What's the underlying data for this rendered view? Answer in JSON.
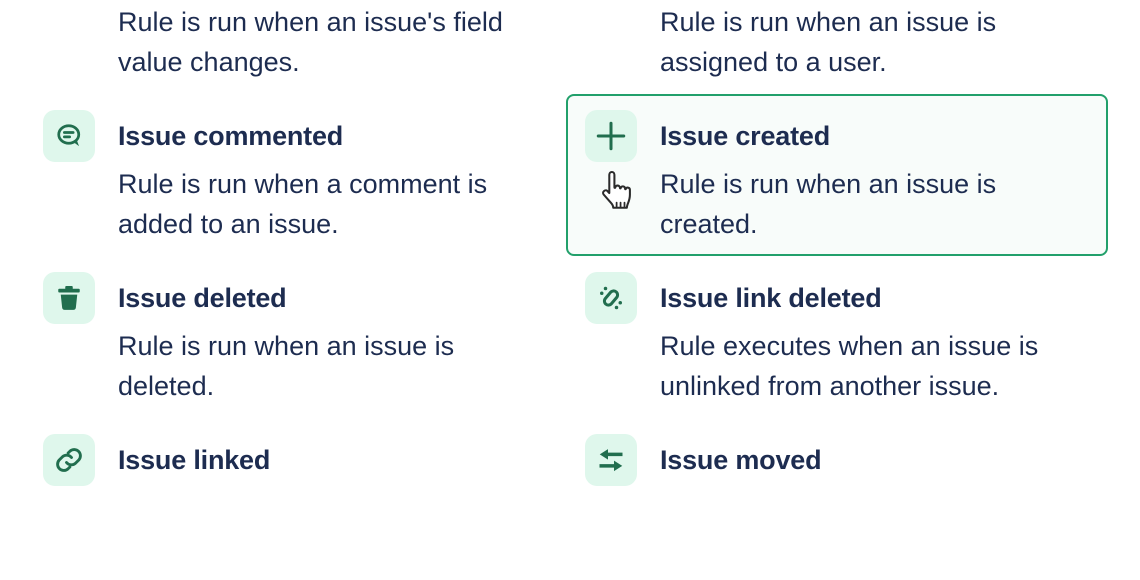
{
  "screen": "automation-trigger-selection",
  "colors": {
    "text": "#1D2C50",
    "icon_glyph_green": "#216E4E",
    "icon_background_green": "#DFF7EC",
    "selected_card_border": "#22A06B",
    "selected_card_background": "#F8FCFA",
    "page_background": "#FFFFFF"
  },
  "triggers": [
    {
      "title": "",
      "desc_lines": [
        "Rule is run when an issue's field",
        "value changes."
      ]
    },
    {
      "title": "",
      "desc_lines": [
        "Rule is run when an issue is",
        "assigned to a user."
      ]
    },
    {
      "title": "Issue commented",
      "icon": "comment-icon",
      "desc_lines": [
        "Rule is run when a comment is",
        "added to an issue."
      ]
    },
    {
      "title": "Issue created",
      "icon": "plus-icon",
      "selected": true,
      "desc_lines": [
        "Rule is run when an issue is",
        "created."
      ]
    },
    {
      "title": "Issue deleted",
      "icon": "trash-icon",
      "desc_lines": [
        "Rule is run when an issue is",
        "deleted."
      ]
    },
    {
      "title": "Issue link deleted",
      "icon": "broken-link-icon",
      "desc_lines": [
        "Rule executes when an issue is",
        "unlinked from another issue."
      ]
    },
    {
      "title": "Issue linked",
      "icon": "link-icon",
      "desc_lines": []
    },
    {
      "title": "Issue moved",
      "icon": "arrows-swap-icon",
      "desc_lines": []
    }
  ],
  "cursor": {
    "type": "hand-pointer"
  }
}
